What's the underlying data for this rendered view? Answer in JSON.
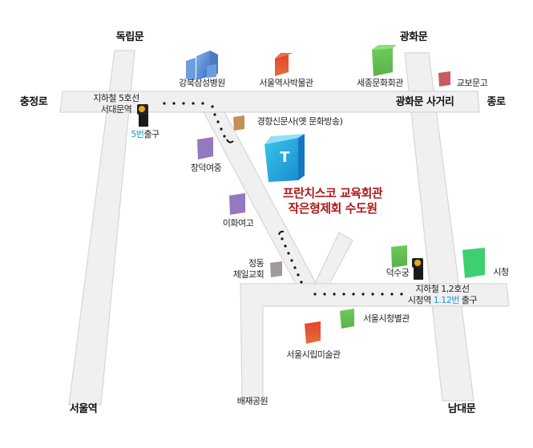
{
  "places": {
    "dongnimmun": "독립문",
    "gwanghwamun": "광화문",
    "chungjeongro": "충정로",
    "jongro": "종로",
    "gwanghwamun_intersection": "광화문 사거리",
    "seoul_station": "서울역",
    "namdaemun": "남대문",
    "baejae_park": "배재공원"
  },
  "buildings": {
    "kangbuk_samsung": "강북삼성병원",
    "history_museum": "서울역사박물관",
    "sejong_center": "세종문화회관",
    "kyobo": "교보문고",
    "kyunghyang": "경향신문사(옛 문화방송)",
    "changdeok_school": "창덕여중",
    "ewha_school": "이화여고",
    "jeongdong_church": "정동\n제일교회",
    "deoksugung": "덕수궁",
    "city_hall": "시청",
    "city_hall_annex": "서울시청별관",
    "art_museum": "서울시립미술관"
  },
  "destination": {
    "line1": "프란치스코 교육회관",
    "line2": "작은형제회 수도원",
    "logo_letter": "T"
  },
  "subway_west": {
    "line": "지하철 5호선",
    "station": "서대문역",
    "exit_number": "5번",
    "exit_suffix": "출구"
  },
  "subway_east": {
    "line": "지하철 1,2호선",
    "station": "시청역",
    "exit_number": "1.12번",
    "exit_suffix": "출구"
  },
  "colors": {
    "road": "#f0f0f0",
    "road_edge": "#d6d6d6",
    "destination_text": "#b01818",
    "exit_highlight": "#1a9ad6"
  }
}
